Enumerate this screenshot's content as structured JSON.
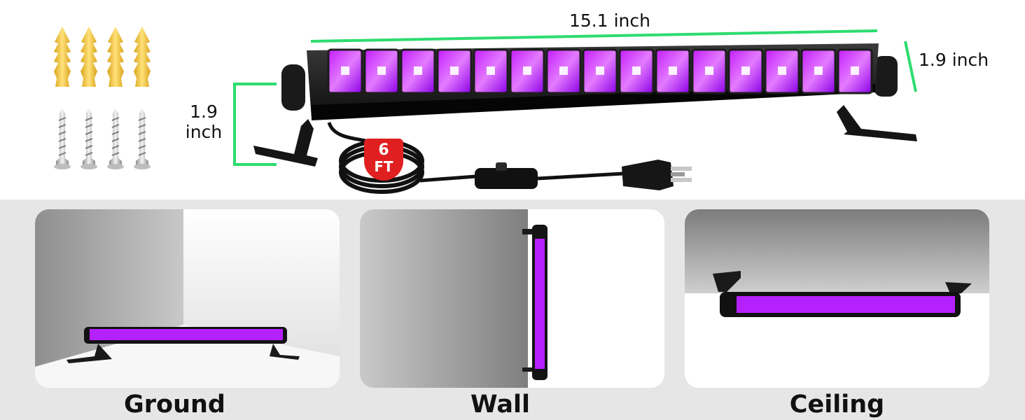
{
  "dimensions": {
    "length": "15.1 inch",
    "height_right": "1.9 inch",
    "height_left_line1": "1.9",
    "height_left_line2": "inch"
  },
  "cable_badge": {
    "line1": "6",
    "line2": "FT"
  },
  "mounting_options": [
    {
      "label": "Ground"
    },
    {
      "label": "Wall"
    },
    {
      "label": "Ceiling"
    }
  ],
  "colors": {
    "uv_purple": "#a400ff",
    "dimension_green": "#2cdc6e",
    "badge_red": "#e02020",
    "anchor_yellow": "#f3c63f"
  },
  "icons": [
    "wall-anchor-icon",
    "screw-icon",
    "power-plug-icon",
    "inline-switch-icon"
  ]
}
